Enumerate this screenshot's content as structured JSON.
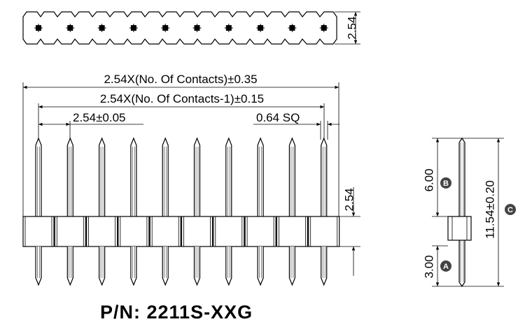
{
  "part_number": "P/N: 2211S-XXG",
  "dimensions": {
    "top_pitch": "2.54",
    "overall_length": "2.54X(No. Of Contacts)±0.35",
    "end_pin_span": "2.54X(No. Of Contacts-1)±0.15",
    "pitch": "2.54±0.05",
    "pin_size": "0.64 SQ",
    "insulator_height": "2.54",
    "upper_pin_length": "6.00",
    "lower_pin_length": "3.00",
    "total_pin_length": "11.54±0.20"
  },
  "callouts": {
    "a": "A",
    "b": "B",
    "c": "C"
  },
  "pin_count_shown": 10
}
